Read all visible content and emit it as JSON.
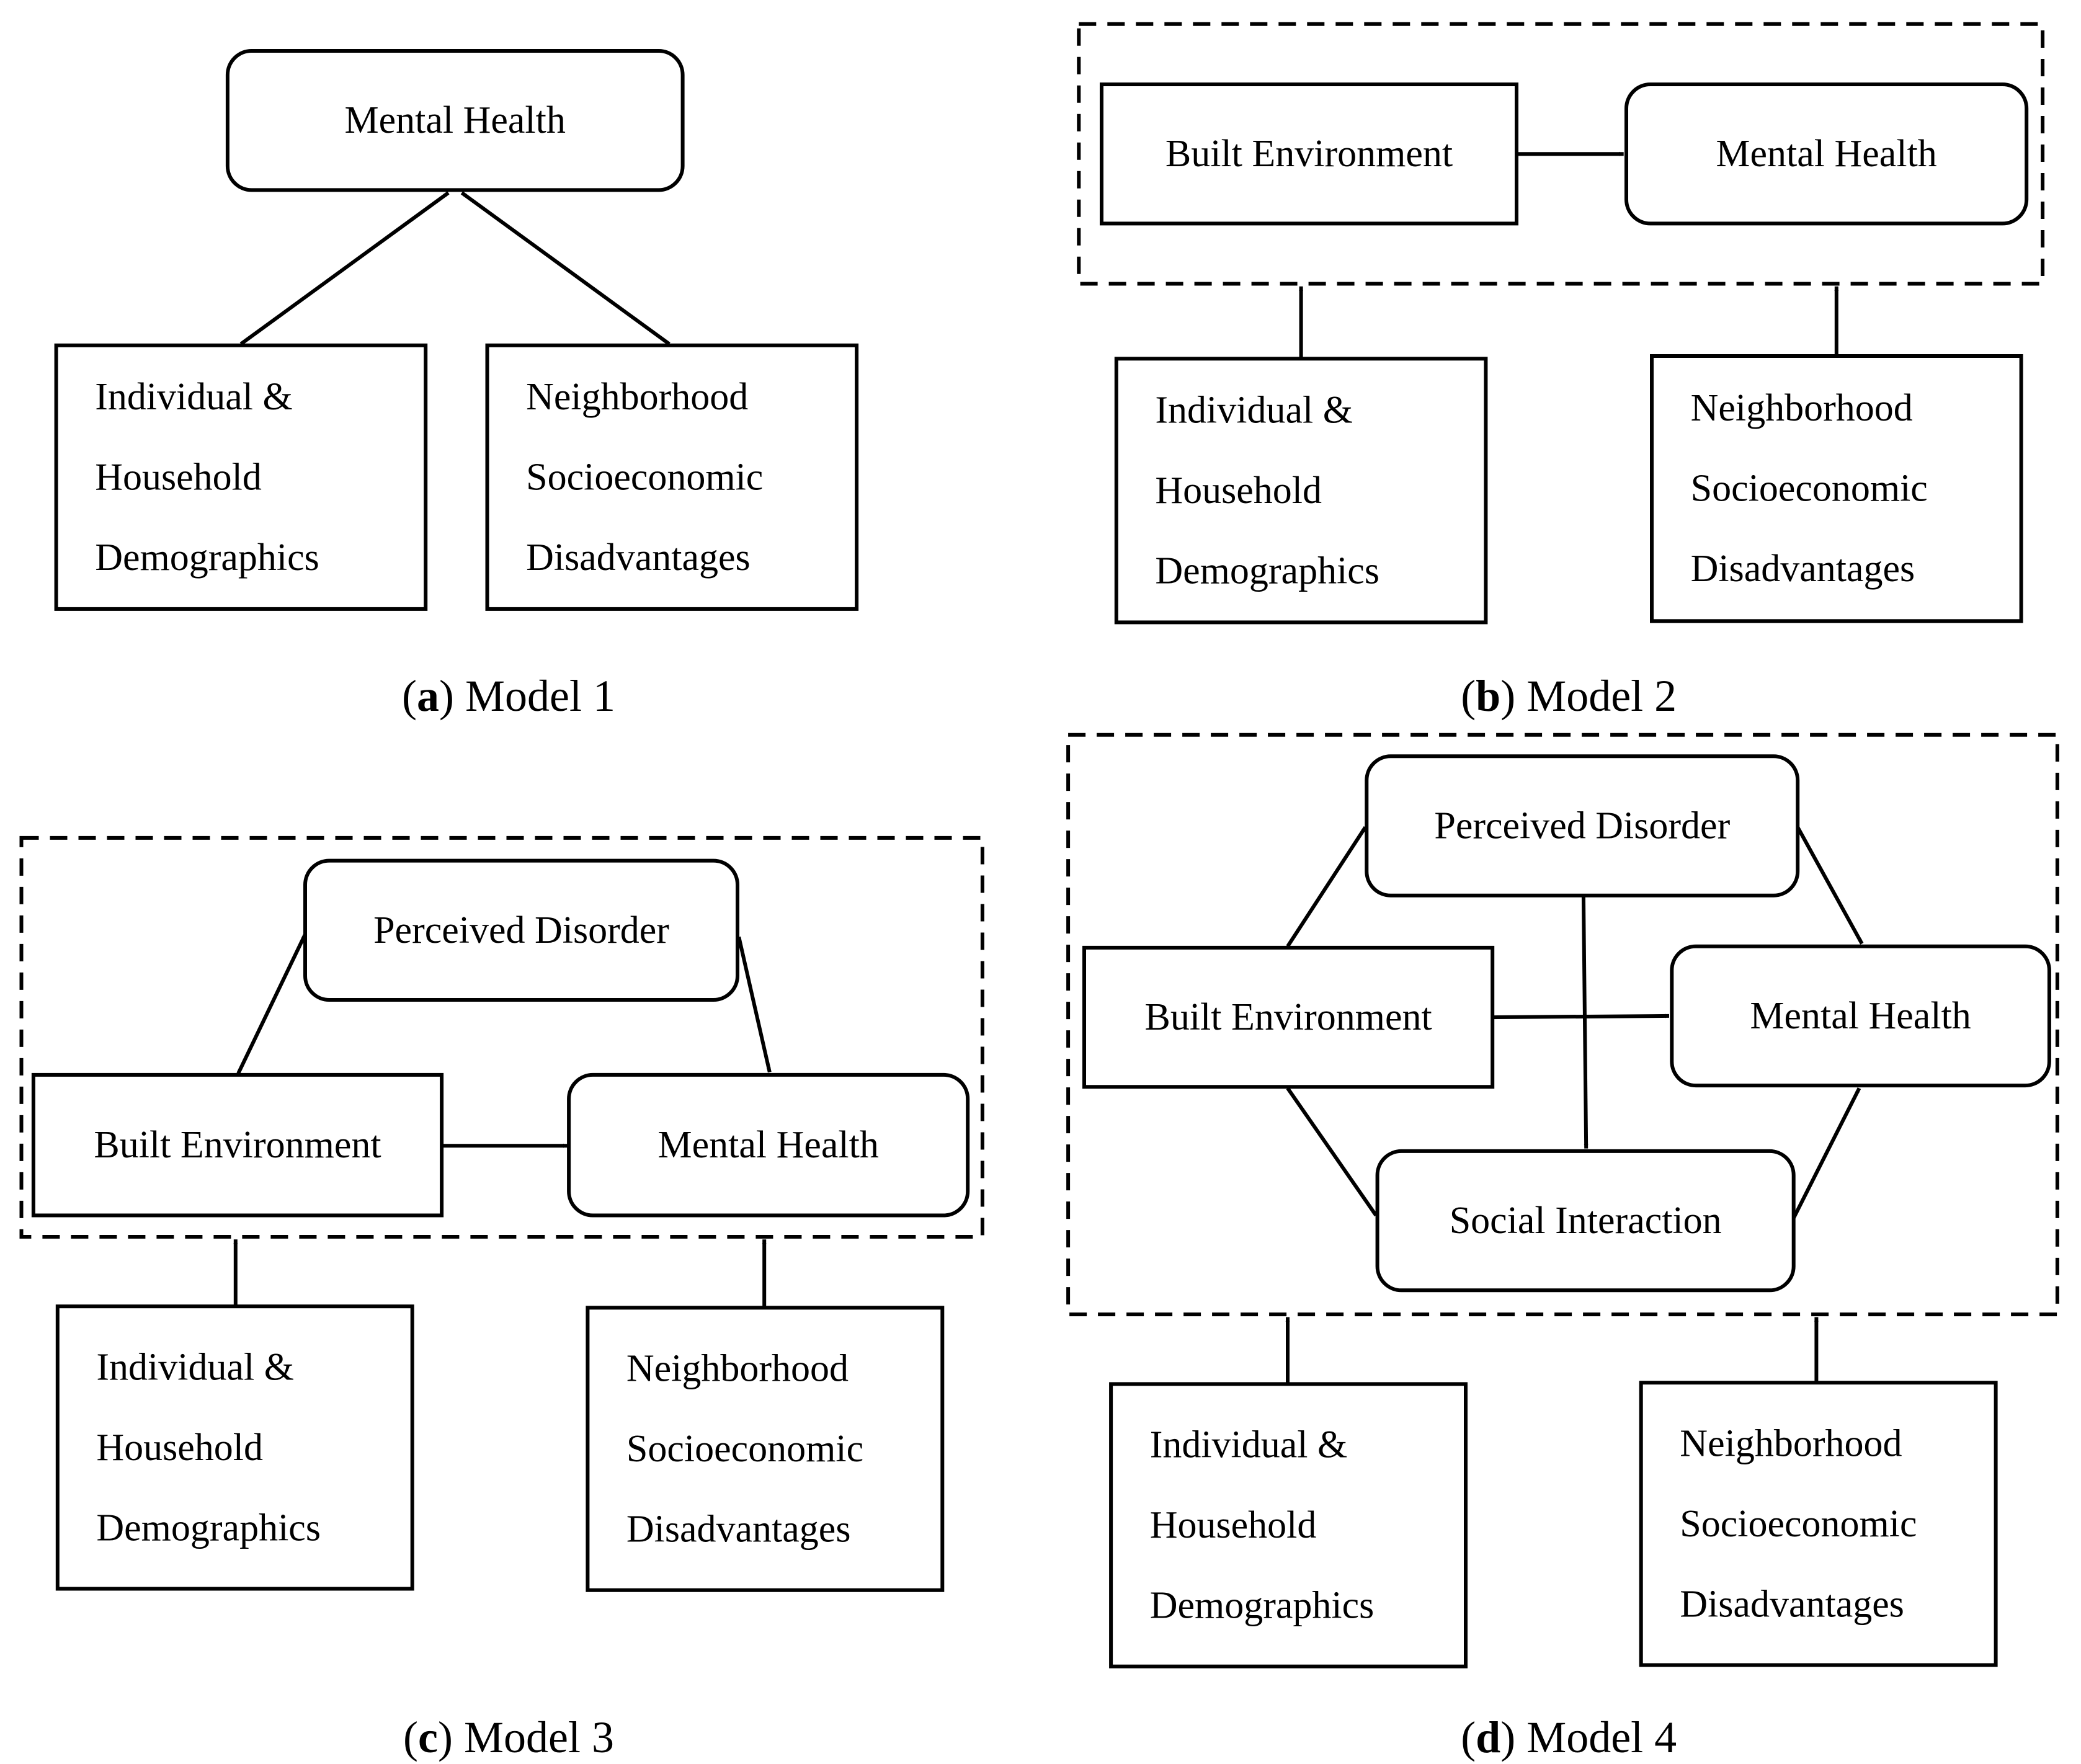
{
  "panels": [
    {
      "id": "a",
      "caption_letter": "a",
      "caption_text": ") Model 1",
      "nodes": {
        "mh": [
          "Mental Health"
        ],
        "ind": [
          "Individual &",
          "Household",
          "Demographics"
        ],
        "nbh": [
          "Neighborhood",
          "Socioeconomic",
          "Disadvantages"
        ]
      }
    },
    {
      "id": "b",
      "caption_letter": "b",
      "caption_text": ") Model 2",
      "nodes": {
        "be": [
          "Built Environment"
        ],
        "mh": [
          "Mental Health"
        ],
        "ind": [
          "Individual &",
          "Household",
          "Demographics"
        ],
        "nbh": [
          "Neighborhood",
          "Socioeconomic",
          "Disadvantages"
        ]
      }
    },
    {
      "id": "c",
      "caption_letter": "c",
      "caption_text": ") Model 3",
      "nodes": {
        "pd": [
          "Perceived Disorder"
        ],
        "be": [
          "Built Environment"
        ],
        "mh": [
          "Mental Health"
        ],
        "ind": [
          "Individual &",
          "Household",
          "Demographics"
        ],
        "nbh": [
          "Neighborhood",
          "Socioeconomic",
          "Disadvantages"
        ]
      }
    },
    {
      "id": "d",
      "caption_letter": "d",
      "caption_text": ") Model 4",
      "nodes": {
        "pd": [
          "Perceived Disorder"
        ],
        "be": [
          "Built Environment"
        ],
        "mh": [
          "Mental Health"
        ],
        "si": [
          "Social Interaction"
        ],
        "ind": [
          "Individual &",
          "Household",
          "Demographics"
        ],
        "nbh": [
          "Neighborhood",
          "Socioeconomic",
          "Disadvantages"
        ]
      }
    }
  ]
}
